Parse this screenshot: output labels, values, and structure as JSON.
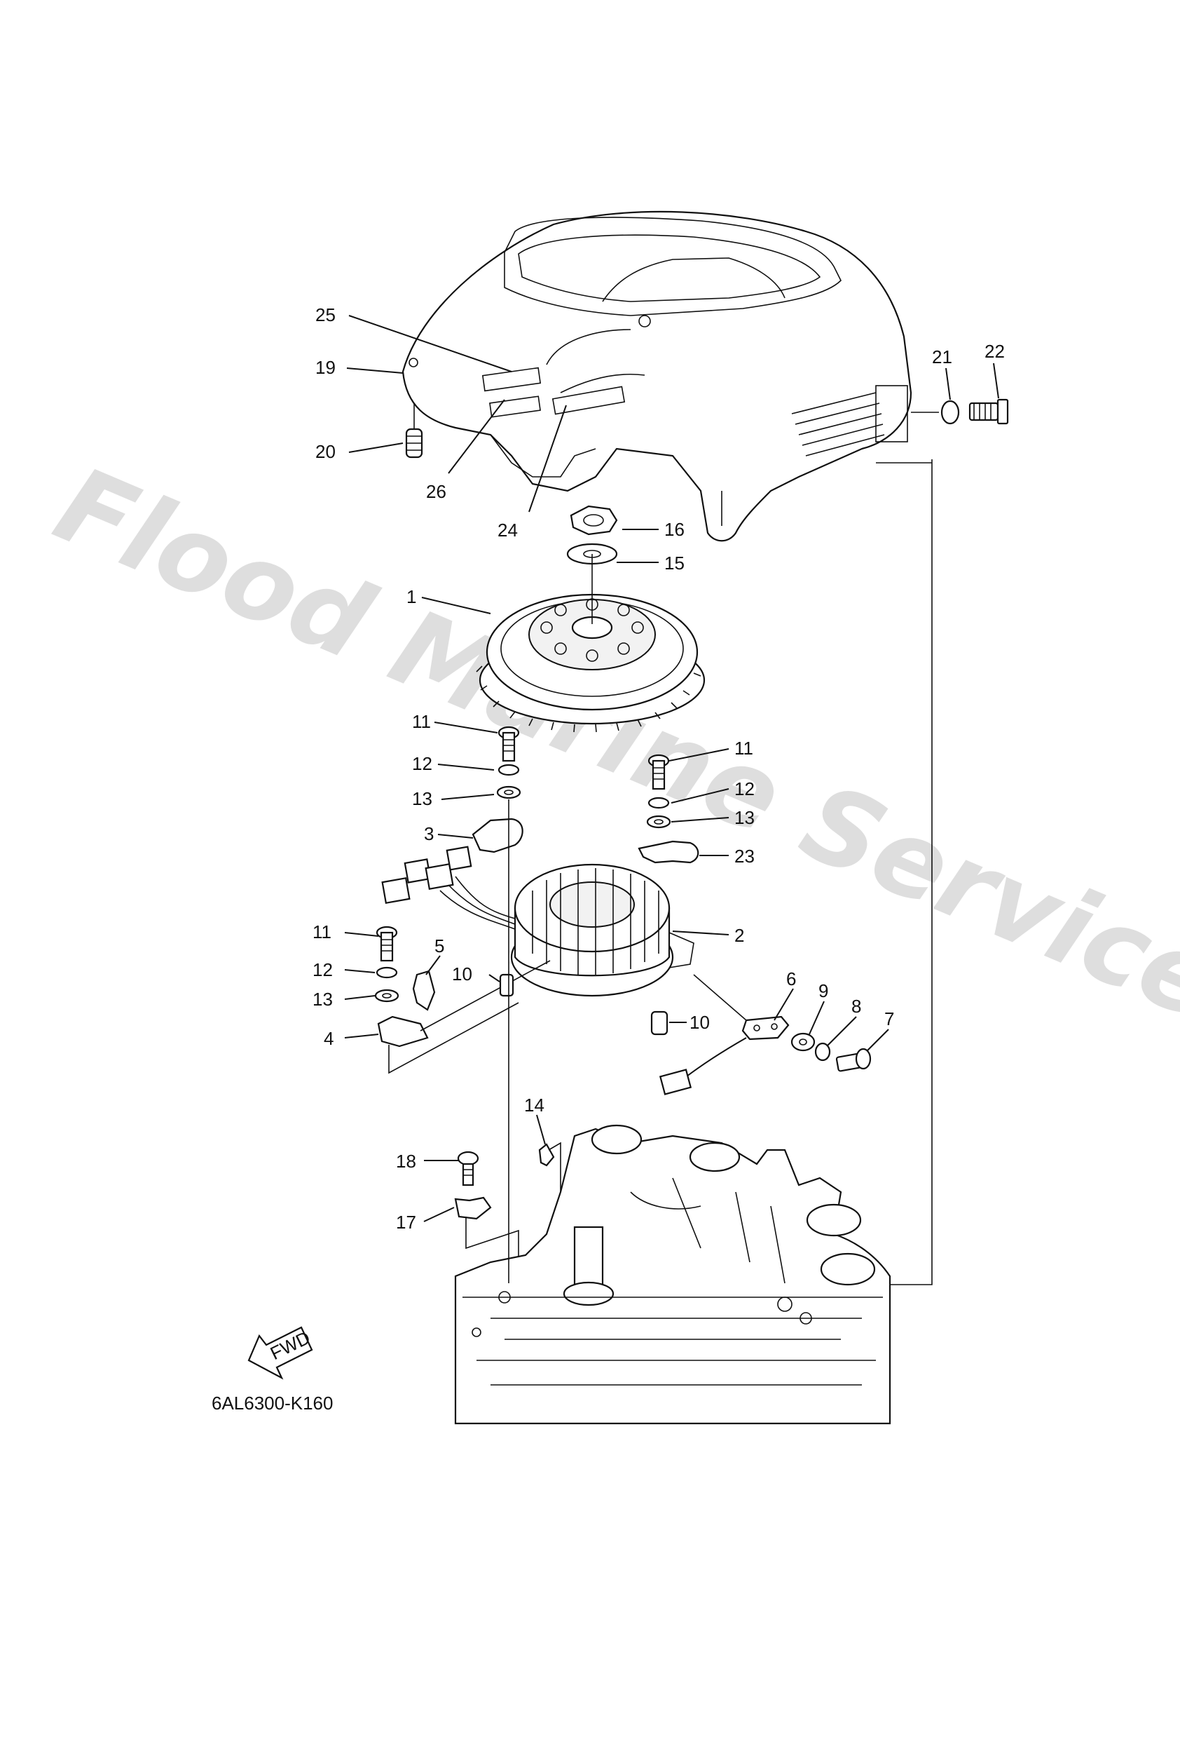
{
  "diagram": {
    "drawing_code": "6AL6300-K160",
    "watermark": "Flood Marine Services",
    "fwd_label": "FWD",
    "callouts": [
      {
        "num": "1",
        "part": "flywheel"
      },
      {
        "num": "2",
        "part": "stator"
      },
      {
        "num": "3",
        "part": "clamp"
      },
      {
        "num": "4",
        "part": "holder"
      },
      {
        "num": "5",
        "part": "clip"
      },
      {
        "num": "6",
        "part": "pulser-coil"
      },
      {
        "num": "7",
        "part": "screw"
      },
      {
        "num": "8",
        "part": "lock-washer"
      },
      {
        "num": "9",
        "part": "washer"
      },
      {
        "num": "10",
        "part": "dowel-pin-left"
      },
      {
        "num": "10",
        "part": "dowel-pin-right"
      },
      {
        "num": "11",
        "part": "bolt-top"
      },
      {
        "num": "11",
        "part": "bolt-right"
      },
      {
        "num": "11",
        "part": "bolt-left"
      },
      {
        "num": "12",
        "part": "lock-washer-top"
      },
      {
        "num": "12",
        "part": "lock-washer-right"
      },
      {
        "num": "12",
        "part": "lock-washer-left"
      },
      {
        "num": "13",
        "part": "washer-top"
      },
      {
        "num": "13",
        "part": "washer-right"
      },
      {
        "num": "13",
        "part": "washer-left"
      },
      {
        "num": "14",
        "part": "woodruff-key"
      },
      {
        "num": "15",
        "part": "washer-flywheel"
      },
      {
        "num": "16",
        "part": "flywheel-nut"
      },
      {
        "num": "17",
        "part": "bracket"
      },
      {
        "num": "18",
        "part": "bolt-bracket"
      },
      {
        "num": "19",
        "part": "flywheel-cover"
      },
      {
        "num": "20",
        "part": "grommet"
      },
      {
        "num": "21",
        "part": "collar"
      },
      {
        "num": "22",
        "part": "cover-bolt"
      },
      {
        "num": "23",
        "part": "clamp-right"
      },
      {
        "num": "24",
        "part": "label-a"
      },
      {
        "num": "25",
        "part": "label-b"
      },
      {
        "num": "26",
        "part": "label-c"
      }
    ]
  }
}
